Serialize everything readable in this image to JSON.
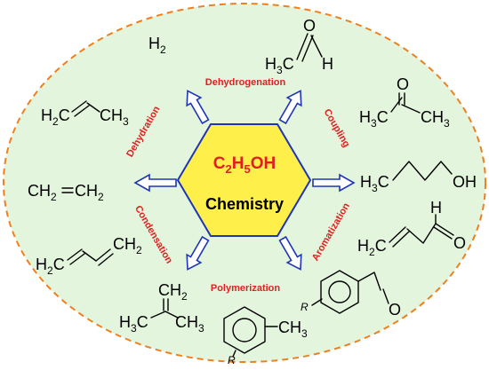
{
  "center": {
    "formula": "C2H5OH",
    "formula_parts": [
      "C",
      "2",
      "H",
      "5",
      "OH"
    ],
    "label": "Chemistry"
  },
  "reactions": {
    "dehydrogenation": "Dehydrogenation",
    "coupling": "Coupling",
    "aromatization": "Aromatization",
    "polymerization": "Polymerization",
    "condensation": "Condensation",
    "dehydration": "Dehydration"
  },
  "products": {
    "hydrogen": "H2",
    "acetaldehyde": "H3C-CHO",
    "acetone": "H3C-CO-CH3",
    "butanol": "H3C-CH2-CH2-CH2-OH",
    "crotonaldehyde": "H2C=CH-CH2-CHO",
    "alkyl_aromatic": "R-C6H4-CHO",
    "methyl_aromatic": "R-C6H4-CH3",
    "isobutylene": "(CH3)2C=CH2",
    "butadiene": "H2C=CH-CH=CH2",
    "ethylene": "CH2=CH2",
    "propylene": "H2C=CH-CH3"
  },
  "atom_labels": {
    "H": "H",
    "C": "C",
    "O": "O",
    "OH": "OH",
    "R": "R",
    "n2": "2",
    "n3": "3"
  },
  "colors": {
    "ellipse_fill": "#e4f5de",
    "ellipse_border": "#f07f1e",
    "hexagon_fill": "#ffef4a",
    "hexagon_border": "#1f35b8",
    "arrow_border": "#1f35b8",
    "reaction_text": "#e02020",
    "formula_text": "#e02020"
  }
}
